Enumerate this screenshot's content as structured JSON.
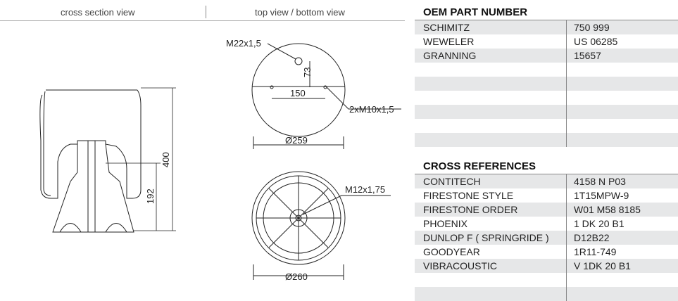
{
  "views": {
    "cross_section": "cross section view",
    "top_bottom": "top view / bottom view"
  },
  "dimensions": {
    "height_total": "400",
    "height_lower": "192",
    "top_thread": "M22x1,5",
    "top_offset": "73",
    "bolt_spacing": "150",
    "side_thread": "2xM10x1,5",
    "top_diameter": "Ø259",
    "bottom_thread": "M12x1,75",
    "bottom_diameter": "Ø260"
  },
  "oem": {
    "title": "OEM PART NUMBER",
    "rows": [
      {
        "brand": "SCHIMITZ",
        "code": "750 999"
      },
      {
        "brand": "WEWELER",
        "code": "US 06285"
      },
      {
        "brand": "GRANNING",
        "code": "15657"
      },
      {
        "brand": "",
        "code": ""
      },
      {
        "brand": "",
        "code": ""
      },
      {
        "brand": "",
        "code": ""
      },
      {
        "brand": "",
        "code": ""
      },
      {
        "brand": "",
        "code": ""
      },
      {
        "brand": "",
        "code": ""
      }
    ]
  },
  "cross": {
    "title": "CROSS REFERENCES",
    "rows": [
      {
        "brand": "CONTITECH",
        "code": "4158 N P03"
      },
      {
        "brand": "FIRESTONE STYLE",
        "code": "1T15MPW-9"
      },
      {
        "brand": "FIRESTONE ORDER",
        "code": "W01 M58 8185"
      },
      {
        "brand": "PHOENIX",
        "code": "1 DK 20 B1"
      },
      {
        "brand": "DUNLOP F ( SPRINGRIDE )",
        "code": "D12B22"
      },
      {
        "brand": "GOODYEAR",
        "code": "1R11-749"
      },
      {
        "brand": "VIBRACOUSTIC",
        "code": "V 1DK 20 B1"
      },
      {
        "brand": "",
        "code": ""
      },
      {
        "brand": "",
        "code": ""
      }
    ]
  }
}
